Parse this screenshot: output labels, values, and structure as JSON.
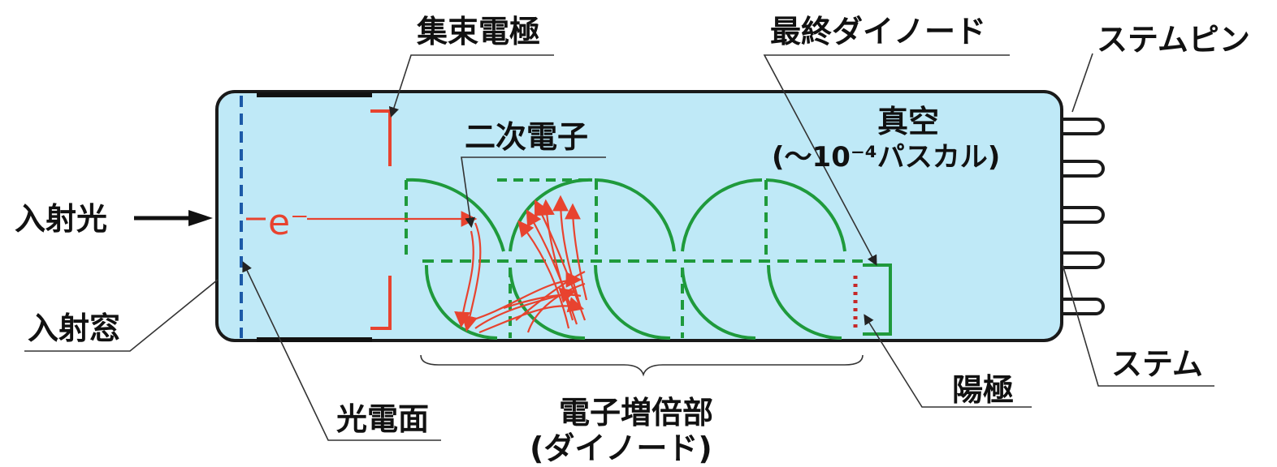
{
  "labels": {
    "focusing_electrode": "集束電極",
    "last_dynode": "最終ダイノード",
    "stem_pin": "ステムピン",
    "vacuum": "真空",
    "vacuum_pressure": "(〜10⁻⁴パスカル)",
    "secondary_electron": "二次電子",
    "incident_light": "入射光",
    "electron": "e⁻",
    "incident_window": "入射窓",
    "photocathode": "光電面",
    "multiplier_line1": "電子増倍部",
    "multiplier_line2": "(ダイノード)",
    "anode": "陽極",
    "stem": "ステム"
  },
  "colors": {
    "tube_fill": "#bfe9f7",
    "tube_stroke": "#1a1a1a",
    "dynode": "#1f9a3c",
    "electron_path": "#e8432f",
    "photocathode": "#1c5aa8",
    "anode_dots": "#c62828"
  }
}
